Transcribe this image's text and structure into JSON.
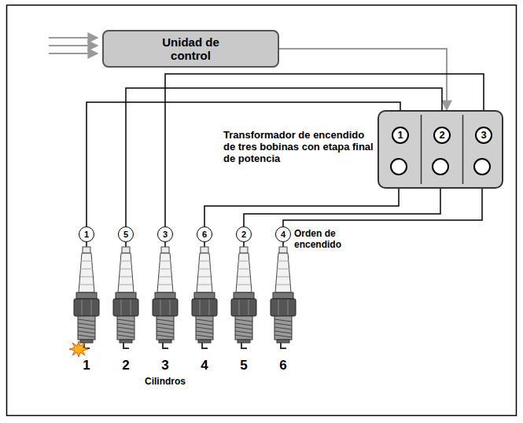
{
  "diagram": {
    "nodes": [
      {
        "text": [
          "Unidad de control"
        ]
      },
      {
        "text": [
          "Transformador de encendido de tres bobinas con etapa final de potencia"
        ]
      },
      {
        "text": [
          "1"
        ],
        "in": 1
      },
      {
        "text": [
          "2"
        ],
        "in": 1
      },
      {
        "text": [
          "3"
        ],
        "in": 1
      },
      {
        "text": [
          "1"
        ]
      },
      {
        "text": [
          "5"
        ]
      },
      {
        "text": [
          "3"
        ]
      },
      {
        "text": [
          "6"
        ]
      },
      {
        "text": [
          "2"
        ]
      },
      {
        "text": [
          "4"
        ]
      }
    ],
    "edges": [
      {
        "from": 0,
        "to": 1,
        "arrow": "to"
      },
      {
        "from": 2,
        "to": 5,
        "arrow": "none"
      },
      {
        "from": 3,
        "to": 6,
        "arrow": "none"
      },
      {
        "from": 4,
        "to": 7,
        "arrow": "none"
      },
      {
        "from": 1,
        "to": 8,
        "arrow": "none"
      },
      {
        "from": 1,
        "to": 9,
        "arrow": "none"
      },
      {
        "from": 1,
        "to": 10,
        "arrow": "none"
      }
    ],
    "labels": [
      "Orden de encendido",
      "1",
      "2",
      "3",
      "4",
      "5",
      "6",
      "Cilindros"
    ]
  }
}
